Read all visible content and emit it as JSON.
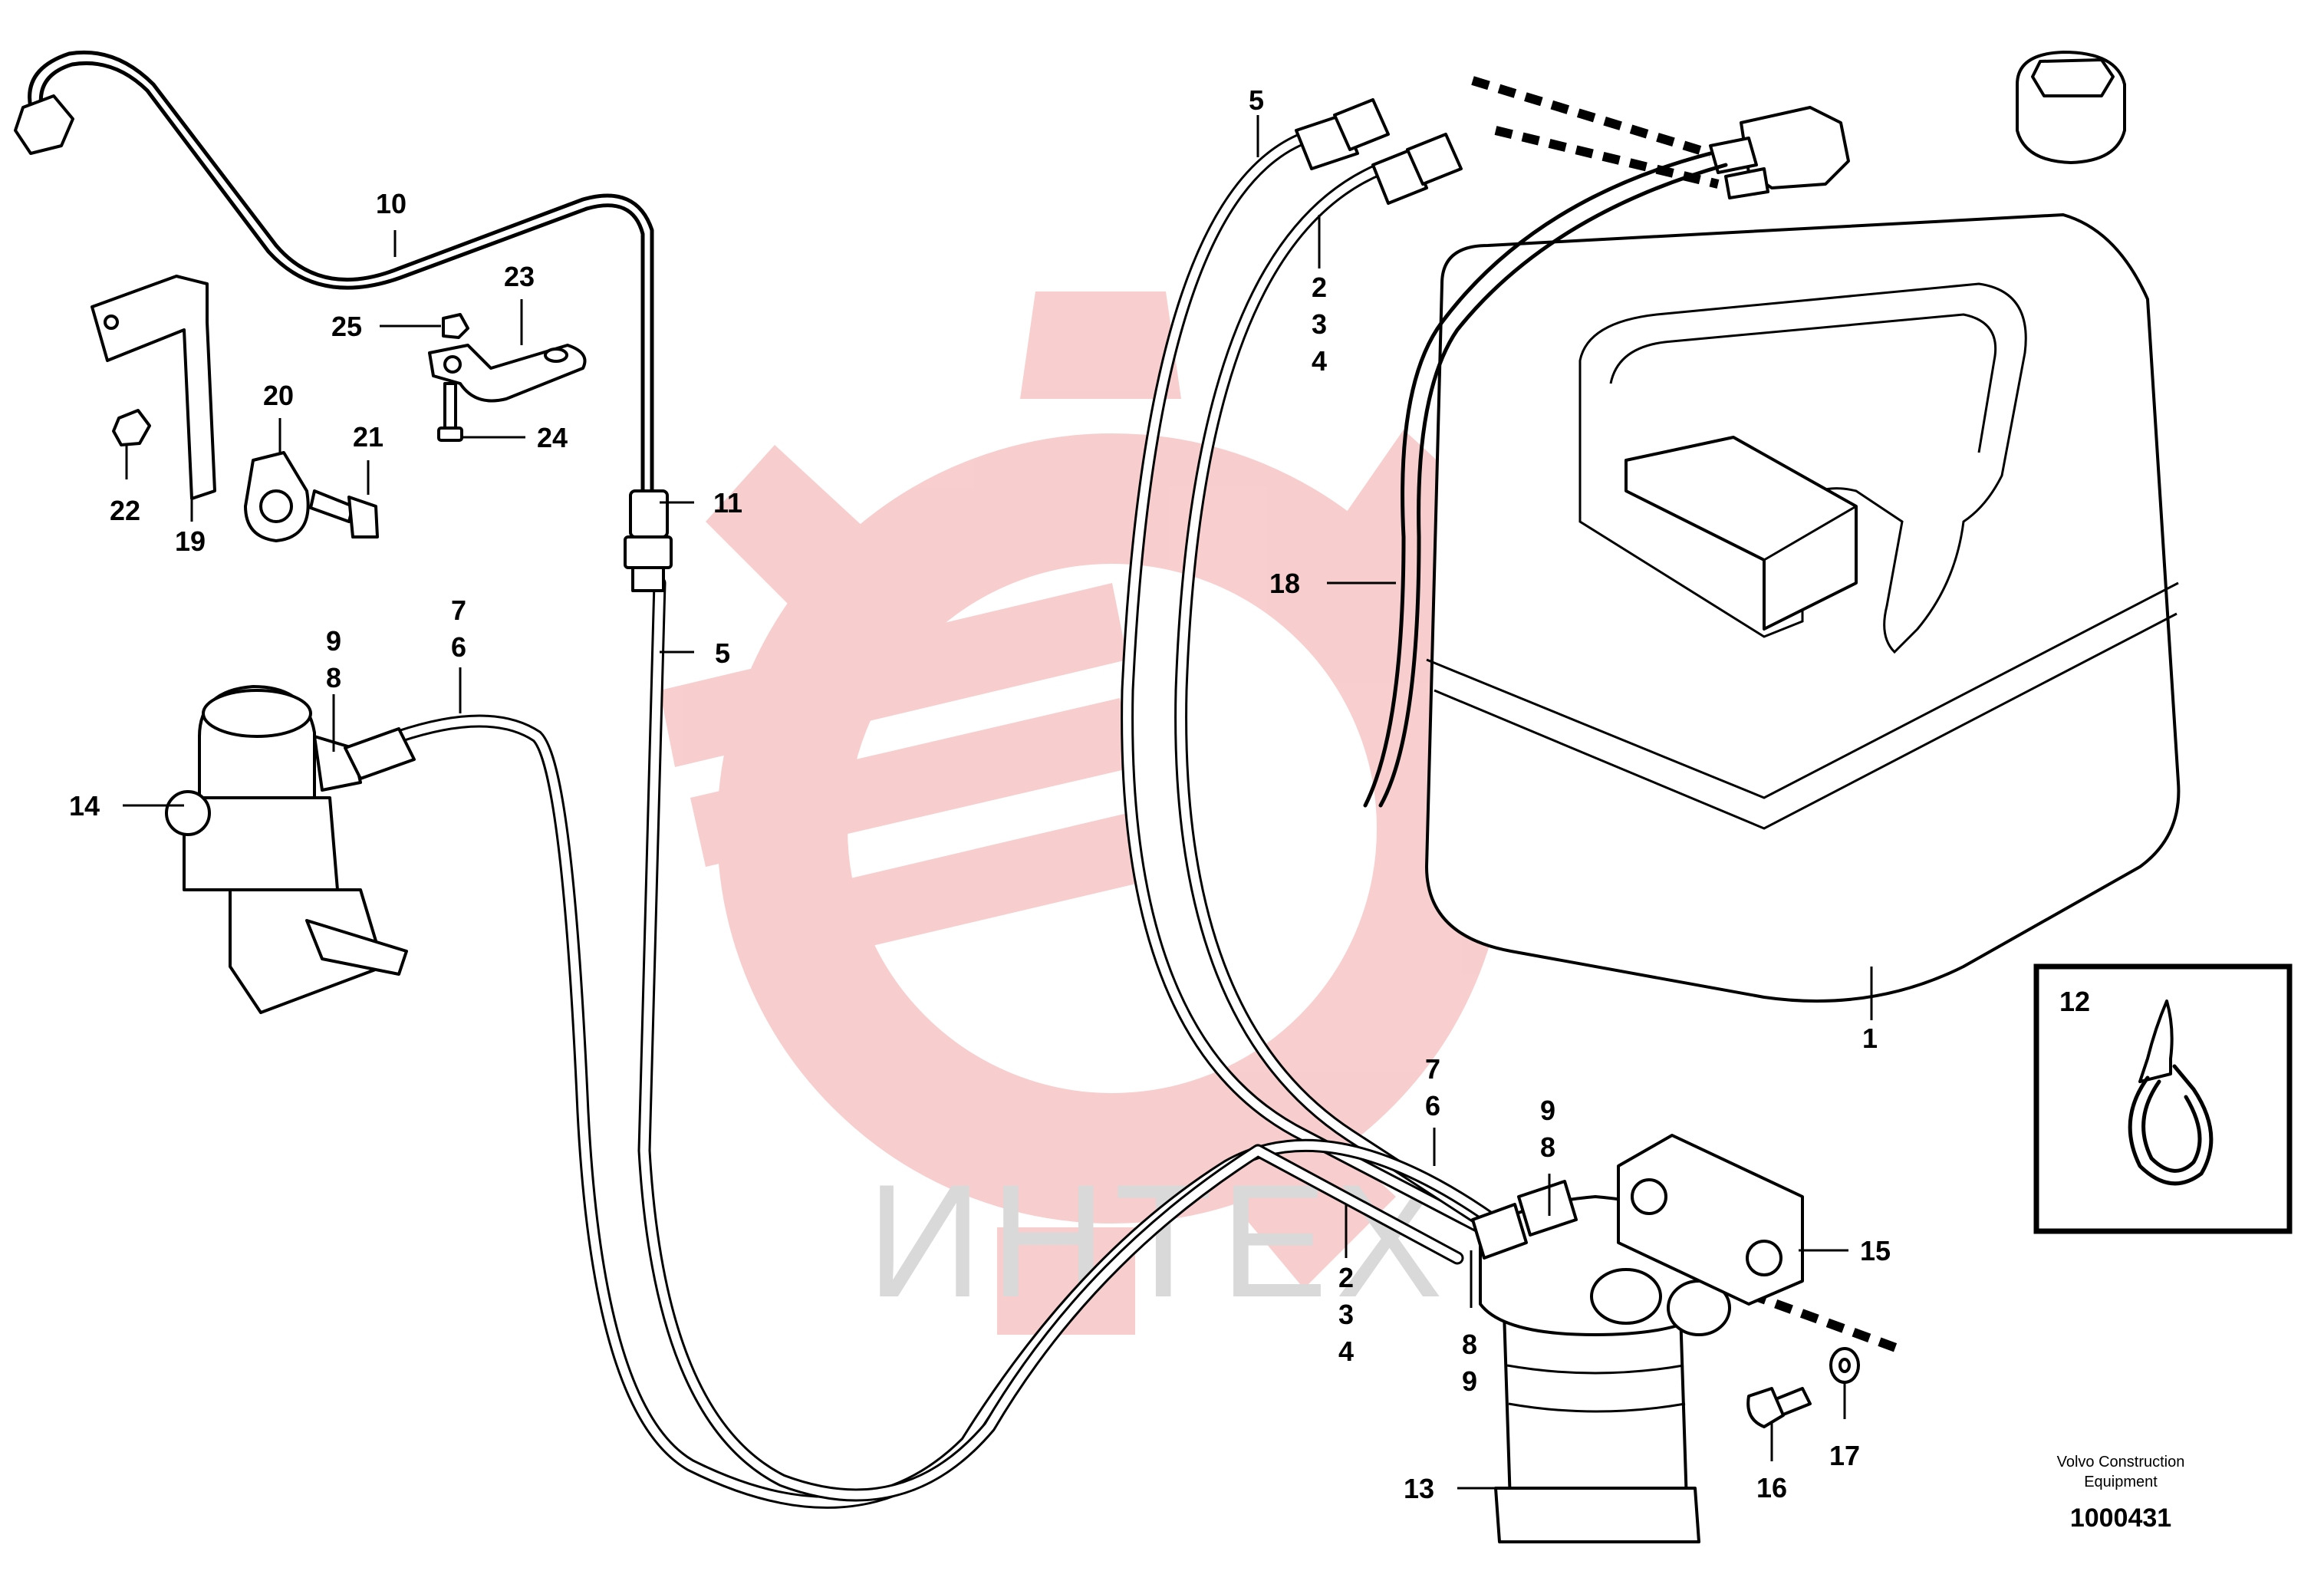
{
  "watermark": {
    "text": "ИНТЕХ",
    "color": "#f08080"
  },
  "footer": {
    "brand_line1": "Volvo Construction",
    "brand_line2": "Equipment",
    "drawing_number": "1000431"
  },
  "callouts": [
    {
      "id": "c1",
      "text": "1"
    },
    {
      "id": "c2a",
      "text": "2"
    },
    {
      "id": "c3a",
      "text": "3"
    },
    {
      "id": "c4a",
      "text": "4"
    },
    {
      "id": "c2b",
      "text": "2"
    },
    {
      "id": "c3b",
      "text": "3"
    },
    {
      "id": "c4b",
      "text": "4"
    },
    {
      "id": "c5a",
      "text": "5"
    },
    {
      "id": "c5b",
      "text": "5"
    },
    {
      "id": "c7a",
      "text": "7"
    },
    {
      "id": "c6a",
      "text": "6"
    },
    {
      "id": "c7b",
      "text": "7"
    },
    {
      "id": "c6b",
      "text": "6"
    },
    {
      "id": "c9a",
      "text": "9"
    },
    {
      "id": "c8a",
      "text": "8"
    },
    {
      "id": "c9b",
      "text": "9"
    },
    {
      "id": "c8b",
      "text": "8"
    },
    {
      "id": "c8c",
      "text": "8"
    },
    {
      "id": "c9c",
      "text": "9"
    },
    {
      "id": "c10",
      "text": "10"
    },
    {
      "id": "c11",
      "text": "11"
    },
    {
      "id": "c12",
      "text": "12"
    },
    {
      "id": "c13",
      "text": "13"
    },
    {
      "id": "c14",
      "text": "14"
    },
    {
      "id": "c15",
      "text": "15"
    },
    {
      "id": "c16",
      "text": "16"
    },
    {
      "id": "c17",
      "text": "17"
    },
    {
      "id": "c18",
      "text": "18"
    },
    {
      "id": "c19",
      "text": "19"
    },
    {
      "id": "c20",
      "text": "20"
    },
    {
      "id": "c21",
      "text": "21"
    },
    {
      "id": "c22",
      "text": "22"
    },
    {
      "id": "c23",
      "text": "23"
    },
    {
      "id": "c24",
      "text": "24"
    },
    {
      "id": "c25",
      "text": "25"
    }
  ]
}
